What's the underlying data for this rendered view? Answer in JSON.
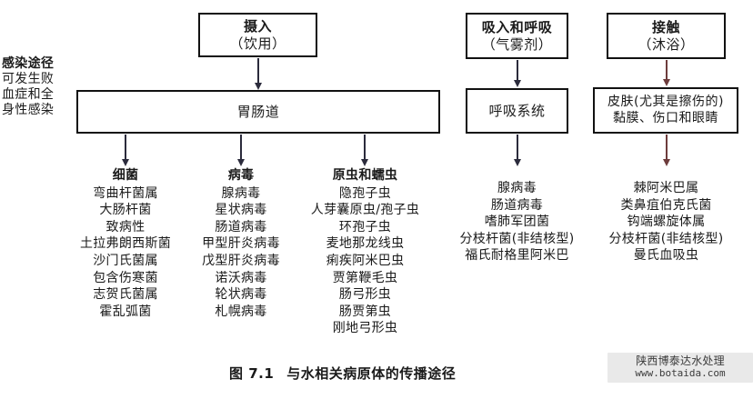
{
  "figure": {
    "caption_number": "图 7.1",
    "caption_text": "与水相关病原体的传播途径"
  },
  "side_label": {
    "heading": "感染途径",
    "line2": "可发生败",
    "line3": "血症和全",
    "line4": "身性感染"
  },
  "entry_boxes": [
    {
      "title": "摄入",
      "subtitle": "（饮用）"
    },
    {
      "title": "吸入和呼吸",
      "subtitle": "（气雾剂）"
    },
    {
      "title": "接触",
      "subtitle": "（沐浴）"
    }
  ],
  "target_boxes": [
    {
      "line1": "胃肠道",
      "line2": ""
    },
    {
      "line1": "呼吸系统",
      "line2": ""
    },
    {
      "line1": "皮肤(尤其是擦伤的)",
      "line2": "黏膜、伤口和眼睛"
    }
  ],
  "columns": [
    {
      "head": "细菌",
      "items": [
        "弯曲杆菌属",
        "大肠杆菌",
        "致病性",
        "土拉弗朗西斯菌",
        "沙门氏菌属",
        "包含伤寒菌",
        "志贺氏菌属",
        "霍乱弧菌"
      ]
    },
    {
      "head": "病毒",
      "items": [
        "腺病毒",
        "星状病毒",
        "肠道病毒",
        "甲型肝炎病毒",
        "戊型肝炎病毒",
        "诺沃病毒",
        "轮状病毒",
        "札幌病毒"
      ]
    },
    {
      "head": "原虫和蠕虫",
      "items": [
        "隐孢子虫",
        "人芽囊原虫/孢子虫",
        "环孢子虫",
        "麦地那龙线虫",
        "痢疾阿米巴虫",
        "贾第鞭毛虫",
        "肠弓形虫",
        "肠贾第虫",
        "刚地弓形虫"
      ]
    },
    {
      "head": "",
      "items": [
        "腺病毒",
        "肠道病毒",
        "嗜肺军团菌",
        "分枝杆菌(非结核型)",
        "福氏耐格里阿米巴"
      ]
    },
    {
      "head": "",
      "items": [
        "棘阿米巴属",
        "类鼻疽伯克氏菌",
        "钩端螺旋体属",
        "分枝杆菌(非结核型)",
        "曼氏血吸虫"
      ]
    }
  ],
  "watermark": {
    "line1": "陕西博泰达水处理",
    "line2": "www.botaida.com"
  },
  "colors": {
    "box_border": "#111111",
    "arrow": "#2b2b3c",
    "arrow_red": "#6d3c3c",
    "text": "#1a1a1a",
    "watermark_bg": "#e9e9e9"
  }
}
